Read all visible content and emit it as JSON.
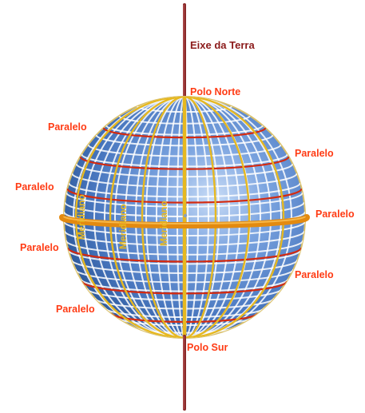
{
  "labels": {
    "axis": "Eixe da Terra",
    "north_pole": "Polo Norte",
    "south_pole": "Polo Sur",
    "parallel": "Paralelo",
    "meridian": "Meridiano"
  },
  "colors": {
    "globe_light": "#a8c6ee",
    "globe_dark": "#2e5a9c",
    "grid_white": "#ffffff",
    "meridian_gold": "#e6b820",
    "parallel_red": "#d42a10",
    "axis": "#8b2a2a",
    "label_red": "#ff3b14"
  }
}
